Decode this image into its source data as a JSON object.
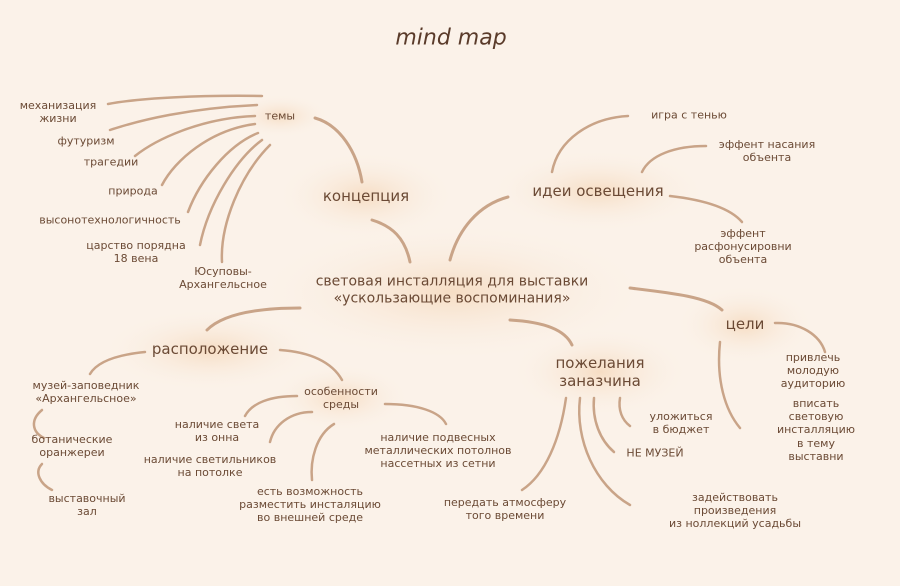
{
  "title": "mind map",
  "center": "световая инсталляция для выставки\n«ускользающие воспоминания»",
  "branches": {
    "concept": {
      "label": "концепция",
      "topics": {
        "label": "темы",
        "items": [
          "механизация\nжизни",
          "футуризм",
          "трагедии",
          "природа",
          "высонотехнологичность",
          "царство порядна\n18 вена",
          "Юсуповы-\nАрхангельсное"
        ]
      }
    },
    "lighting": {
      "label": "идеи освещения",
      "items": [
        "игра с тенью",
        "эффент насания\nобъента",
        "эффент\nрасфонусировни\nобъента"
      ]
    },
    "goals": {
      "label": "цели",
      "items": [
        "привлечь молодую\nаудиторию",
        "вписать световую\nинсталляцию в тему\nвыставни"
      ]
    },
    "wishes": {
      "label": "пожелания\nзаназчина",
      "items": [
        "уложиться\nв бюджет",
        "НЕ МУЗЕЙ",
        "задействовать произведения\nиз ноллекций усадьбы",
        "передать атмосферу\nтого времени"
      ]
    },
    "location": {
      "label": "расположение",
      "museum": {
        "label": "музей-заповедник\n«Архангельсное»",
        "greenhouse": "ботанические\nоранжереи",
        "hall": "выставочный\nзал"
      },
      "features": {
        "label": "особенности\nсреды",
        "items": [
          "наличие света\nиз онна",
          "наличие светильников\nна потолке",
          "есть возможность\nразместить инсталяцию\nво внешней среде",
          "наличие подвесных\nметаллических потолнов\nнассетных из сетни"
        ]
      }
    }
  },
  "colors": {
    "background": "#fbf2e9",
    "line": "#c9a488",
    "text": "#6b4a35"
  }
}
